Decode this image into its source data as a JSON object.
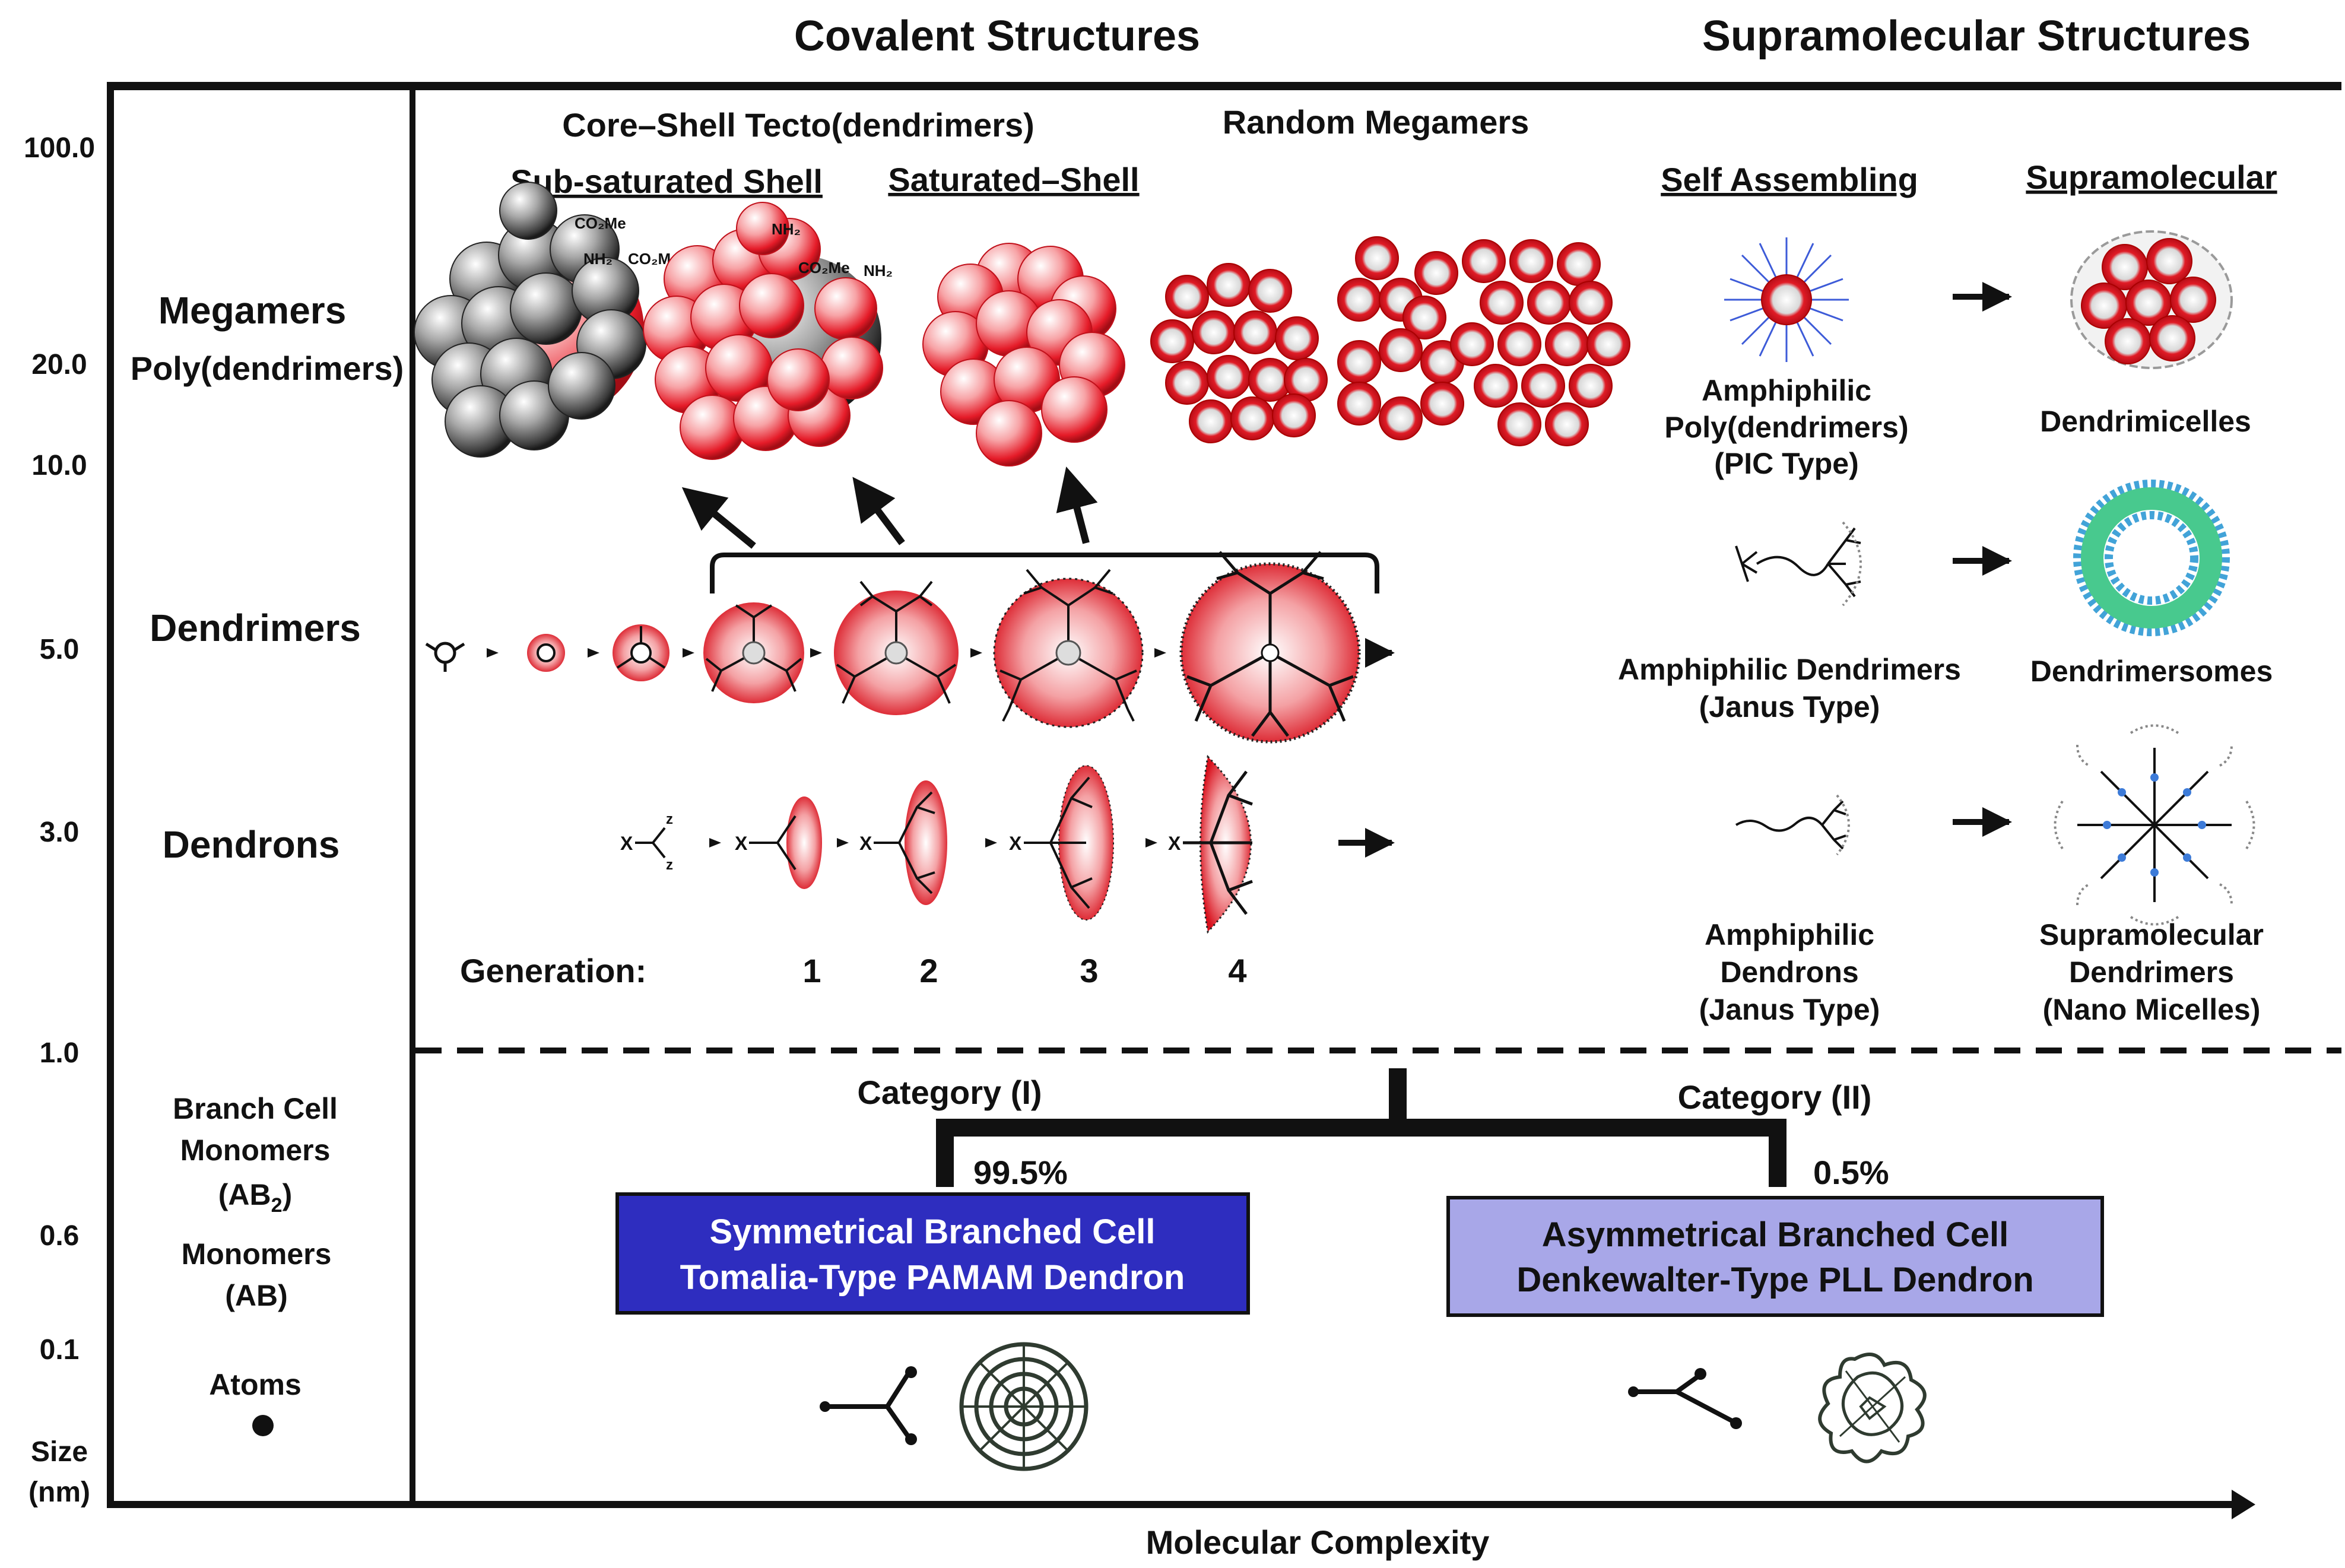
{
  "headers": {
    "covalent": "Covalent Structures",
    "supramolecular": "Supramolecular Structures"
  },
  "axis": {
    "ticks": [
      "100.0",
      "20.0",
      "10.0",
      "5.0",
      "3.0",
      "1.0",
      "0.6",
      "0.1"
    ],
    "size_label_1": "Size",
    "size_label_2": "(nm)",
    "x_label": "Molecular Complexity"
  },
  "left_labels": {
    "megamers": "Megamers",
    "poly_dendrimers": "Poly(dendrimers)",
    "dendrimers": "Dendrimers",
    "dendrons": "Dendrons",
    "branch_cell_1": "Branch Cell",
    "branch_cell_2": "Monomers",
    "branch_cell_3": "(AB",
    "branch_cell_sub": "2",
    "branch_cell_close": ")",
    "monomers_1": "Monomers",
    "monomers_2": "(AB)",
    "atoms": "Atoms"
  },
  "covalent": {
    "core_shell": "Core–Shell Tecto(dendrimers)",
    "random_megamers": "Random Megamers",
    "sub_saturated": "Sub-saturated Shell",
    "saturated": "Saturated–Shell",
    "generation_label": "Generation:",
    "generations": [
      "1",
      "2",
      "3",
      "4"
    ],
    "chem": {
      "co2me": "CO₂Me",
      "nh2": "NH₂",
      "x": "X",
      "z": "z"
    }
  },
  "supramolecular": {
    "self_assembling": "Self Assembling",
    "supramolecular": "Supramolecular",
    "row1_left": [
      "Amphiphilic",
      "Poly(dendrimers)",
      "(PIC Type)"
    ],
    "row1_right": [
      "Dendrimicelles"
    ],
    "row2_left": [
      "Amphiphilic Dendrimers",
      "(Janus Type)"
    ],
    "row2_right": [
      "Dendrimersomes"
    ],
    "row3_left": [
      "Amphiphilic",
      "Dendrons",
      "(Janus Type)"
    ],
    "row3_right": [
      "Supramolecular",
      "Dendrimers",
      "(Nano Micelles)"
    ]
  },
  "categories": {
    "cat1": "Category (I)",
    "cat2": "Category (II)",
    "pct1": "99.5%",
    "pct2": "0.5%",
    "box1_line1": "Symmetrical  Branched Cell",
    "box1_line2": "Tomalia-Type PAMAM Dendron",
    "box2_line1": "Asymmetrical  Branched Cell",
    "box2_line2": "Denkewalter-Type PLL Dendron"
  },
  "colors": {
    "box1_fill": "#2e2dbf",
    "box2_fill": "#a8a7e8",
    "sphere_red": "#e8192b",
    "sphere_grey": "#7a7a7a"
  }
}
